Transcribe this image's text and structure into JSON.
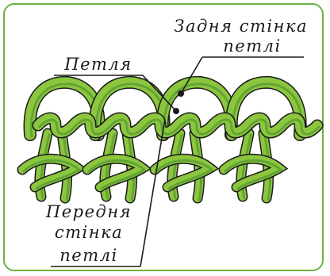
{
  "colors": {
    "frame": "#6cb33f",
    "yarn_light": "#8cc63f",
    "yarn_dark": "#3f8a2a",
    "outline": "#1b1b1b",
    "text": "#1a1a1a"
  },
  "labels": {
    "back_wall_line1": "Задня стінка",
    "back_wall_line2": "петлі",
    "loop": "Петля",
    "front_wall_line1": "Передня",
    "front_wall_line2": "стінка",
    "front_wall_line3": "петлі"
  }
}
